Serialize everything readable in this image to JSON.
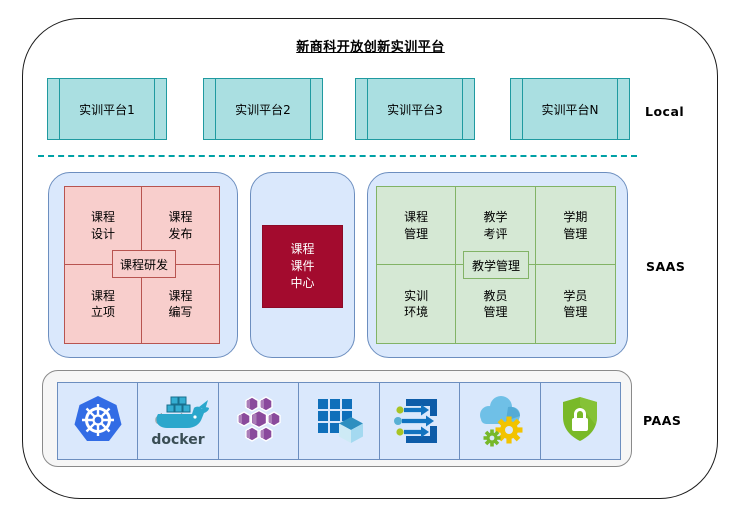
{
  "title": "新商科开放创新实训平台",
  "tiers": {
    "local": "Local",
    "saas": "SAAS",
    "paas": "PAAS"
  },
  "platforms": [
    "实训平台1",
    "实训平台2",
    "实训平台3",
    "实训平台N"
  ],
  "course_dev": {
    "center": "课程研发",
    "cells": [
      "课程\n设计",
      "课程\n发布",
      "课程\n立项",
      "课程\n编写"
    ]
  },
  "courseware_center": {
    "label": "课程\n课件\n中心"
  },
  "teaching_mgmt": {
    "center": "教学管理",
    "cells": [
      "课程\n管理",
      "教学\n考评",
      "学期\n管理",
      "实训\n环境",
      "教员\n管理",
      "学员\n管理"
    ]
  },
  "docker": {
    "wordmark": "docker",
    "watermark": "docker"
  },
  "paas_icons": [
    "kubernetes-icon",
    "docker-icon",
    "hexagon-cluster-icon",
    "container-grid-cube-icon",
    "data-flow-arrows-icon",
    "cloud-gears-icon",
    "security-shield-lock-icon"
  ],
  "colors": {
    "teal_fill": "#aadfe1",
    "teal_border": "#1f9aa0",
    "blue_panel_fill": "#dae8fc",
    "blue_panel_border": "#6c8ebf",
    "pink_fill": "#f8cecc",
    "pink_border": "#b85450",
    "green_fill": "#d5e8d4",
    "green_border": "#82b366",
    "dark_red": "#a30b2e",
    "dashed_line": "#00a0a5",
    "kubernetes_blue": "#326ce5",
    "shield_green": "#79b928"
  }
}
